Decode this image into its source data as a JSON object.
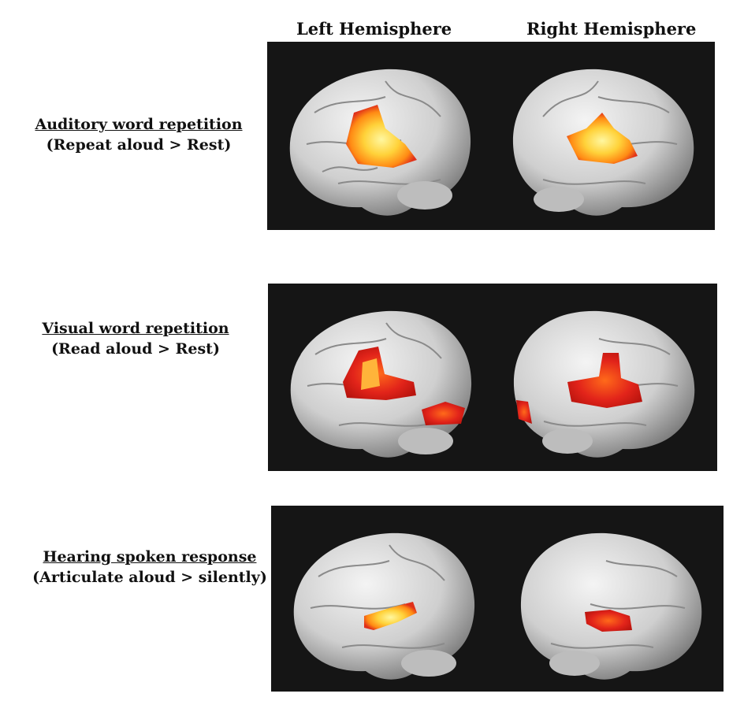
{
  "columns": {
    "left": "Left Hemisphere",
    "right": "Right Hemisphere"
  },
  "rows": [
    {
      "title": "Auditory word repetition",
      "subtitle": "(Repeat aloud > Rest)"
    },
    {
      "title": "Visual word repetition",
      "subtitle": "(Read aloud > Rest)"
    },
    {
      "title": "Hearing spoken response",
      "subtitle": "(Articulate  aloud > silently)"
    }
  ],
  "colors": {
    "panel_background": "#151515",
    "activation_high": "#fff27a",
    "activation_mid": "#ff9a1a",
    "activation_low": "#d41a10",
    "brain": "#d9d9d9"
  }
}
